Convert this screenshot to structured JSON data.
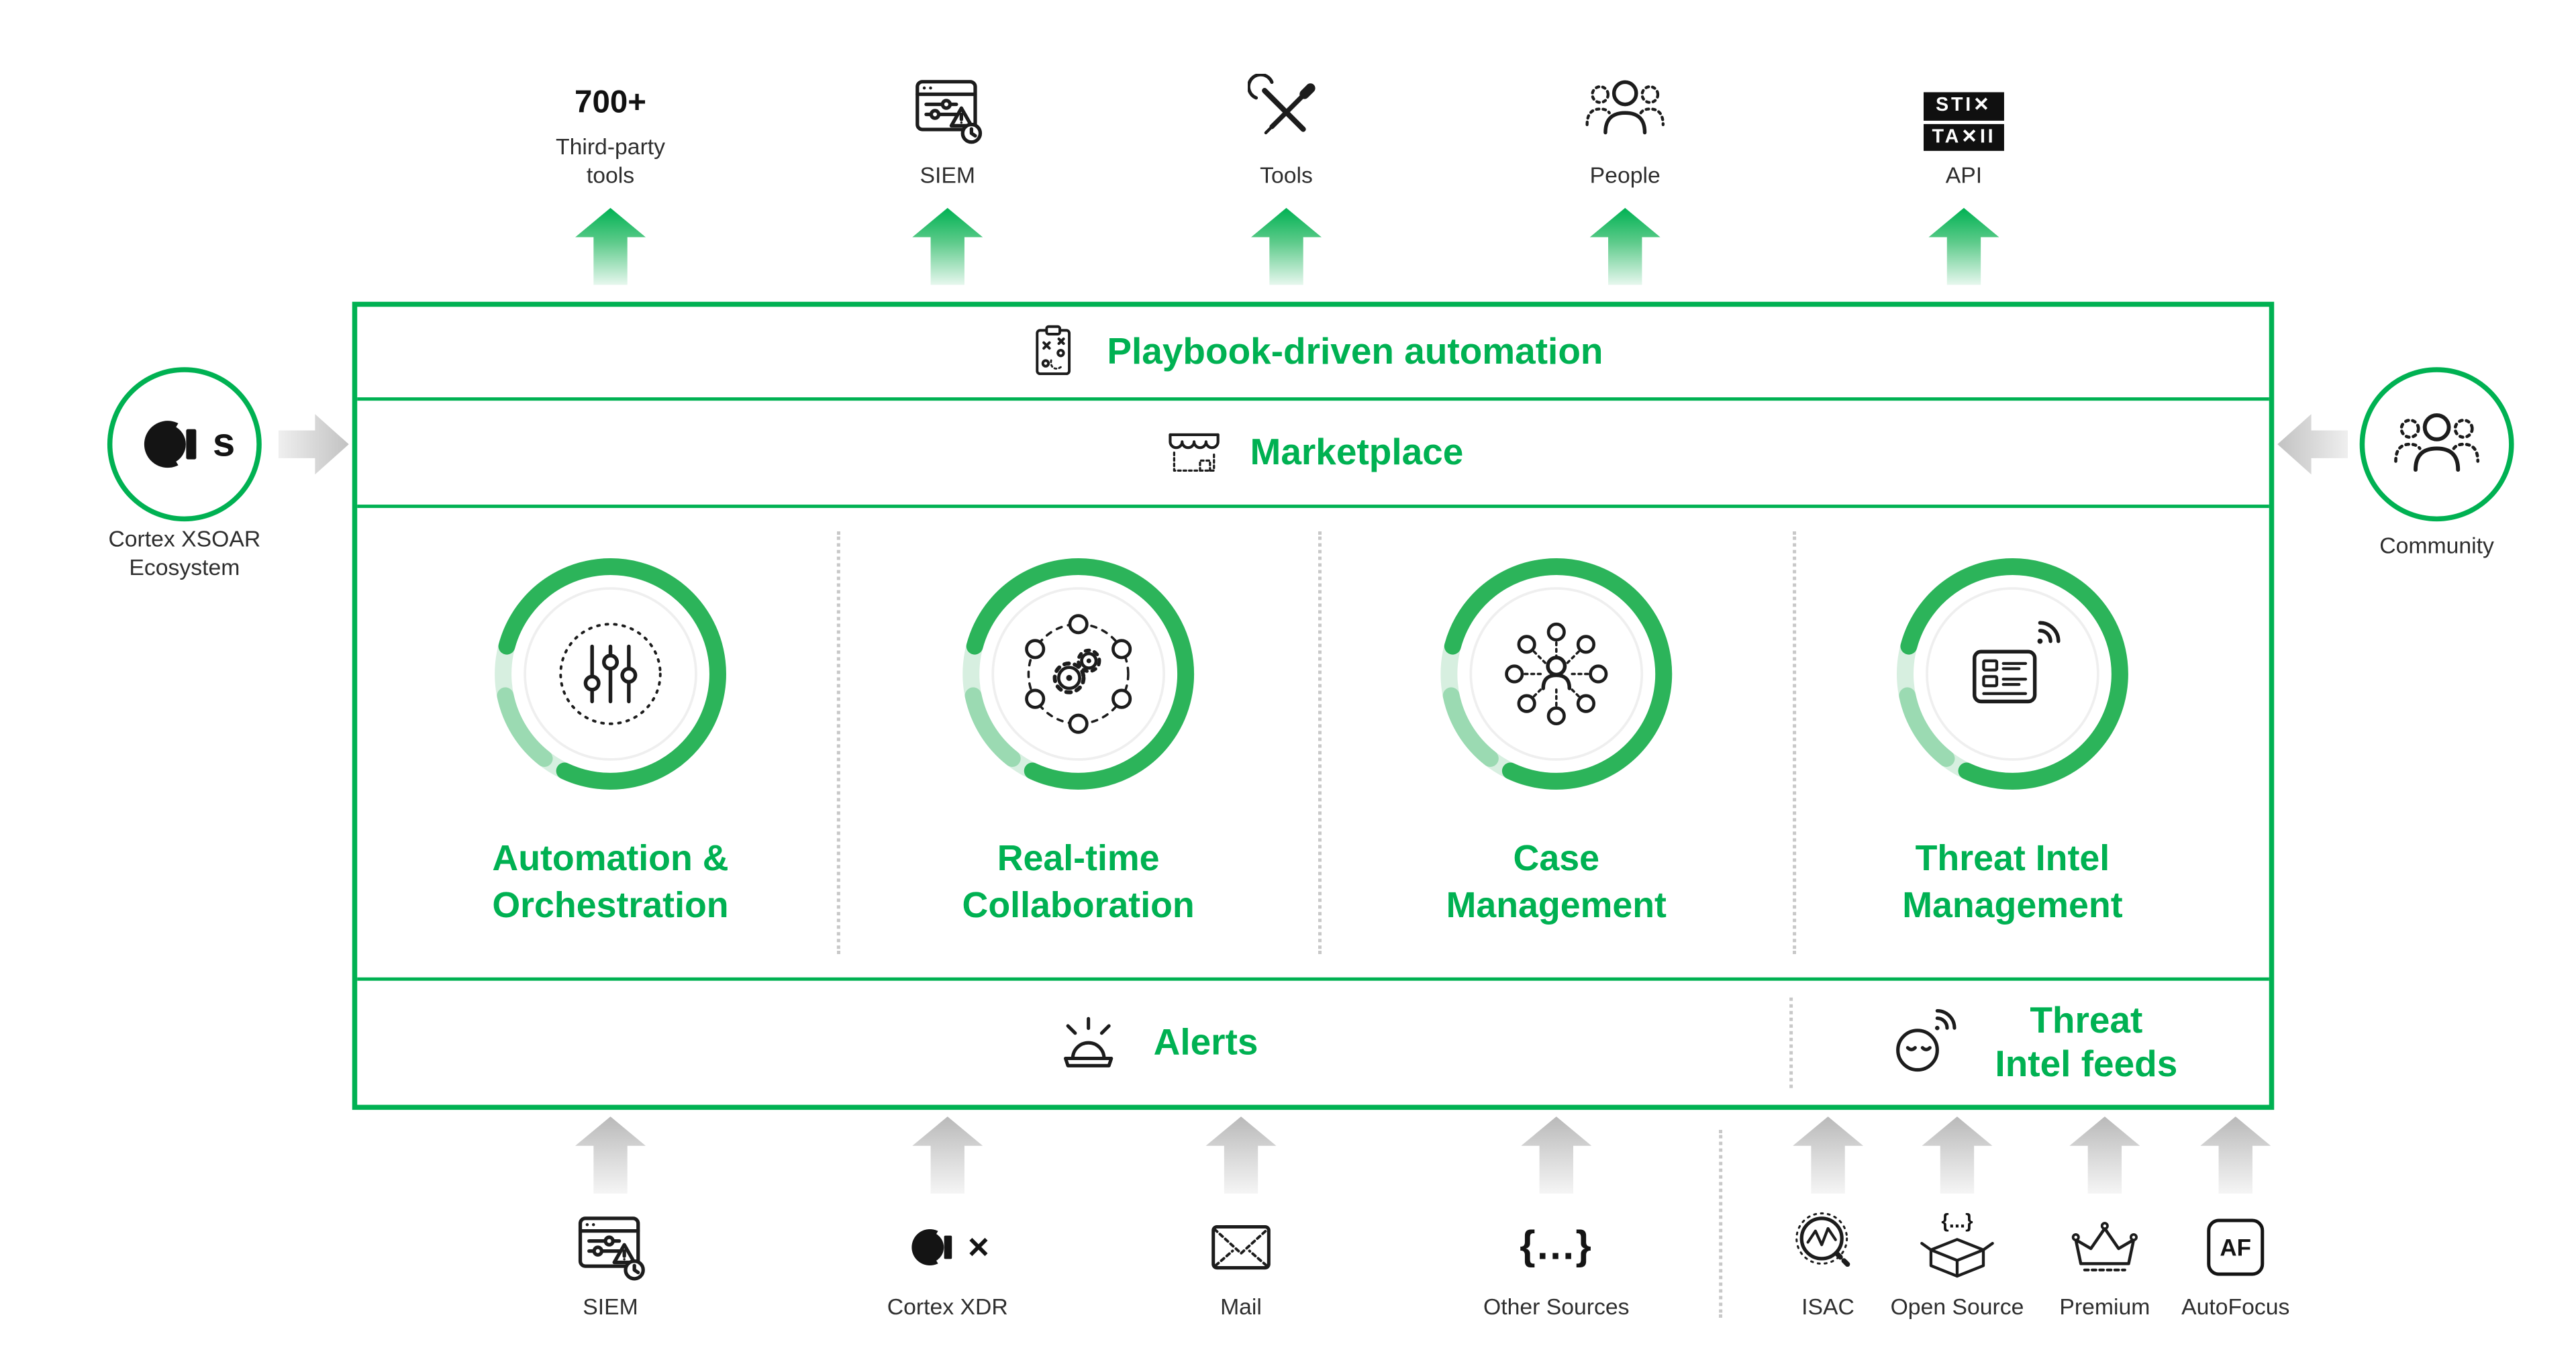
{
  "colors": {
    "green": "#00b152",
    "green_arc": "#2cb45a",
    "gray_arrow": "#c2c2c2",
    "ink": "#1c1c1c"
  },
  "top_row": [
    {
      "label": "700+",
      "sublabel": "Third-party\ntools"
    },
    {
      "label": "SIEM",
      "icon": "siem-icon"
    },
    {
      "label": "Tools",
      "icon": "tools-icon"
    },
    {
      "label": "People",
      "icon": "people-icon"
    },
    {
      "label": "API",
      "icon": "stix-taxii-logo",
      "badge_top": "STI✕",
      "badge_bottom": "TA✕II"
    }
  ],
  "left_side": {
    "label": "Cortex XSOAR\nEcosystem",
    "logo_letter": "s"
  },
  "right_side": {
    "label": "Community"
  },
  "box": {
    "playbook_label": "Playbook-driven automation",
    "marketplace_label": "Marketplace",
    "alerts_label": "Alerts",
    "threat_feeds_label": "Threat\nIntel feeds",
    "modules": [
      {
        "title": "Automation &\nOrchestration",
        "icon": "sliders-icon"
      },
      {
        "title": "Real-time\nCollaboration",
        "icon": "collaboration-icon"
      },
      {
        "title": "Case\nManagement",
        "icon": "case-management-icon"
      },
      {
        "title": "Threat Intel\nManagement",
        "icon": "threat-intel-icon"
      }
    ]
  },
  "bottom_row": [
    {
      "label": "SIEM",
      "icon": "siem-icon"
    },
    {
      "label": "Cortex XDR",
      "icon": "cortex-xdr-logo",
      "logo_letter": "✕"
    },
    {
      "label": "Mail",
      "icon": "mail-icon"
    },
    {
      "label": "Other Sources",
      "icon": "braces-icon",
      "glyph": "{...}"
    },
    {
      "label": "ISAC",
      "icon": "isac-icon"
    },
    {
      "label": "Open Source",
      "icon": "open-source-icon",
      "glyph": "{...}"
    },
    {
      "label": "Premium",
      "icon": "premium-icon"
    },
    {
      "label": "AutoFocus",
      "icon": "autofocus-icon",
      "glyph": "AF"
    }
  ]
}
